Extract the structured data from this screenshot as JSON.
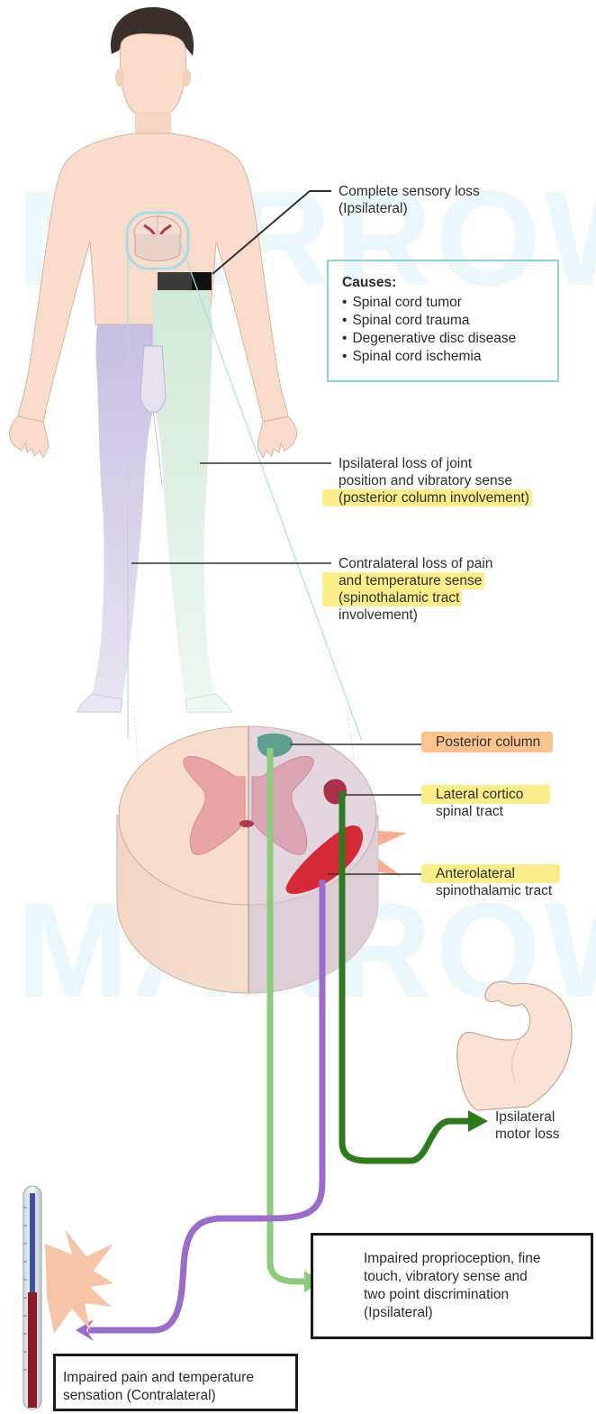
{
  "watermark": "MARROW",
  "labels": {
    "complete_loss_line1": "Complete sensory loss",
    "complete_loss_line2": "(Ipsilateral)",
    "joint_line1": "Ipsilateral loss of joint",
    "joint_line2": "position and vibratory sense",
    "joint_line3": "(posterior column involvement)",
    "pain_line1": "Contralateral loss of pain",
    "pain_line2": "and temperature sense",
    "pain_line3": "(spinothalamic tract",
    "pain_line4": "involvement)",
    "posterior_column": "Posterior column",
    "lateral_line1": "Lateral cortico",
    "lateral_line2": "spinal tract",
    "antero_line1": "Anterolateral",
    "antero_line2": "spinothalamic tract",
    "motor_line1": "Ipsilateral",
    "motor_line2": "motor loss"
  },
  "causes": {
    "title": "Causes:",
    "items": [
      "Spinal cord tumor",
      "Spinal cord trauma",
      "Degenerative disc disease",
      "Spinal cord ischemia"
    ]
  },
  "boxes": {
    "proprioception_line1": "Impaired proprioception, fine",
    "proprioception_line2": "touch, vibratory sense and",
    "proprioception_line3": "two point  discrimination",
    "proprioception_line4": "(Ipsilateral)",
    "pain_temp_line1": "Impaired pain and temperature",
    "pain_temp_line2": "sensation (Contralateral)"
  },
  "colors": {
    "skin": "#f9dccb",
    "ipsilateral_green": "#d7ecdd",
    "contralateral_purple": "#c9c2de",
    "posterior_column": "#5e9e8e",
    "corticospinal": "#a8304a",
    "spinothalamic": "#d42a36",
    "green_path": "#8ccc7c",
    "purple_path": "#9b6cc9",
    "motor_green": "#2f7a1c",
    "cyan_outline": "#a8dde6"
  }
}
